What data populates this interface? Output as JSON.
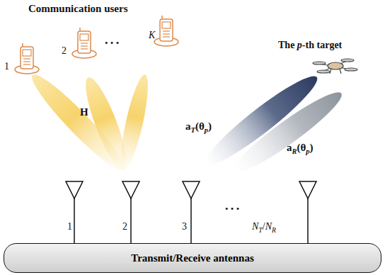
{
  "diagram": {
    "nodes": [
      {
        "text": [
          "Transmit/Receive antennas"
        ]
      }
    ],
    "labels": [
      "Communication users",
      "1",
      "2",
      "• • •",
      "K",
      "H",
      "The p-th target",
      "aT(θp)",
      "aR(θp)",
      "1",
      "2",
      "3",
      "• • •",
      "NT/NR"
    ]
  }
}
